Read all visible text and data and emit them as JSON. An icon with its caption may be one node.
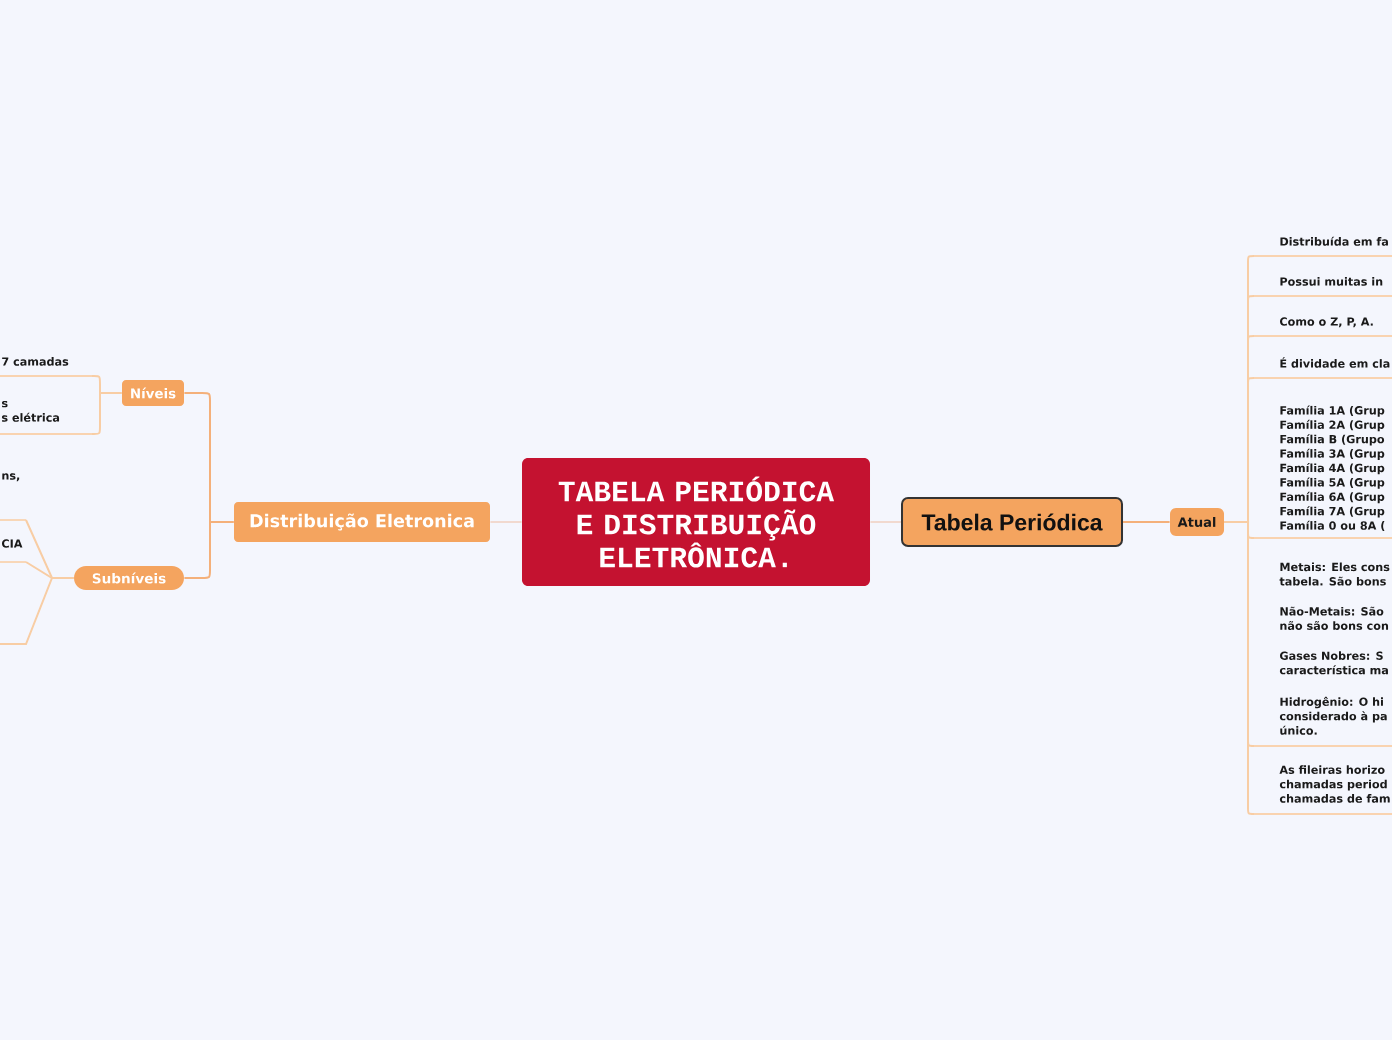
{
  "diagram": {
    "nodes": [
      {
        "text": [
          "TABELA PERIÓDICA E DISTRIBUIÇÃO ELETRÔNICA."
        ]
      },
      {
        "text": [
          "Tabela Periódica"
        ]
      },
      {
        "text": [
          "Atual"
        ]
      },
      {
        "text": [
          "Distribuição Eletronica"
        ]
      },
      {
        "text": [
          "Níveis"
        ]
      },
      {
        "text": [
          "Subníveis"
        ]
      },
      {
        "text": [
          "7 camadas"
        ]
      },
      {
        "text": [
          "s",
          "s elétrica"
        ]
      },
      {
        "text": [
          "ns,"
        ]
      },
      {
        "text": [
          "CIA"
        ]
      },
      {
        "text": [
          "Distribuída em fa"
        ]
      },
      {
        "text": [
          "Possui muitas in"
        ]
      },
      {
        "text": [
          "Como o Z, P, A."
        ]
      },
      {
        "text": [
          "É dividade em cla"
        ]
      },
      {
        "text": [
          "Família 1A (Grup",
          "Família 2A (Grup",
          "Família B (Grupo",
          "Família 3A (Grup",
          "Família 4A (Grup",
          "Família 5A (Grup",
          "Família 6A (Grup",
          "Família 7A (Grup",
          "Família 0 ou 8A ("
        ]
      },
      {
        "text": [
          "Metais: Eles cons",
          "tabela. São bons",
          "Não-Metais: São",
          "não são bons con",
          "Gases Nobres: S",
          "característica ma",
          "Hidrogênio: O hi",
          "considerado à pa",
          "único."
        ]
      },
      {
        "text": [
          "As fileiras horizo",
          "chamadas period",
          "chamadas de fam"
        ]
      }
    ],
    "edges": [
      {
        "from": 0,
        "to": 3,
        "arrow": "none",
        "color": "#f1d9cf"
      },
      {
        "from": 0,
        "to": 1,
        "arrow": "none",
        "color": "#f1d9cf"
      },
      {
        "from": 1,
        "to": 2,
        "arrow": "none",
        "color": "#f4b07a"
      },
      {
        "from": 3,
        "to": 4,
        "arrow": "none",
        "color": "#f4b07a"
      },
      {
        "from": 3,
        "to": 5,
        "arrow": "none",
        "color": "#f4b07a"
      },
      {
        "from": 4,
        "to": 6,
        "arrow": "none"
      },
      {
        "from": 4,
        "to": 7,
        "arrow": "none"
      },
      {
        "from": 5,
        "to": 8,
        "arrow": "none"
      },
      {
        "from": 5,
        "to": 9,
        "arrow": "none"
      },
      {
        "from": 5,
        "to": null,
        "arrow": "none"
      },
      {
        "from": 2,
        "to": 10,
        "arrow": "none"
      },
      {
        "from": 2,
        "to": 11,
        "arrow": "none"
      },
      {
        "from": 2,
        "to": 12,
        "arrow": "none"
      },
      {
        "from": 2,
        "to": 13,
        "arrow": "none"
      },
      {
        "from": 2,
        "to": 14,
        "arrow": "none"
      },
      {
        "from": 2,
        "to": 15,
        "arrow": "none"
      },
      {
        "from": 2,
        "to": 16,
        "arrow": "none"
      }
    ]
  }
}
